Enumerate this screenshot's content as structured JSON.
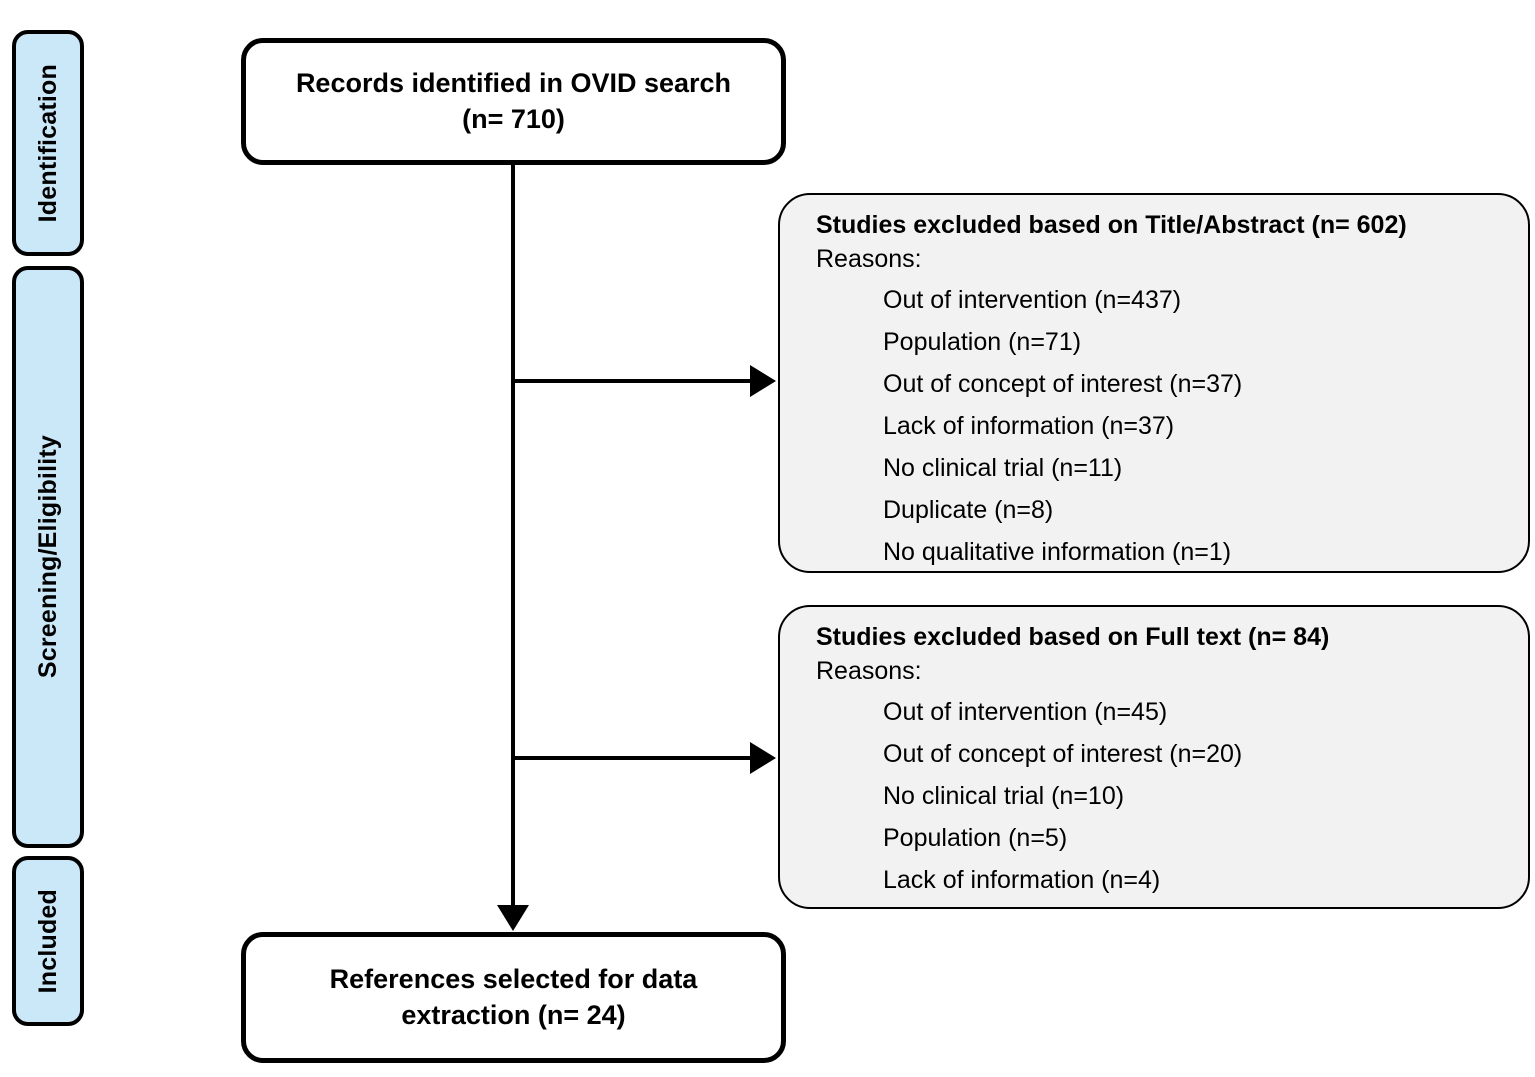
{
  "diagram": {
    "title": "PRISMA study selection flow diagram",
    "colors": {
      "phase_fill": "#cbe8f9",
      "exclusion_fill": "#f2f2f2",
      "box_fill": "#ffffff",
      "stroke": "#000000"
    }
  },
  "phases": [
    {
      "id": "identification",
      "label": "Identification"
    },
    {
      "id": "screening",
      "label": "Screening/Eligibility"
    },
    {
      "id": "included",
      "label": "Included"
    }
  ],
  "flow": {
    "records_identified": {
      "line1": "Records identified in OVID search",
      "line2": "(n= 710)",
      "count": 710
    },
    "references_selected": {
      "line1": "References selected for data",
      "line2": "extraction (n= 24)",
      "count": 24
    }
  },
  "exclusions": [
    {
      "id": "title-abstract",
      "heading": "Studies excluded based on Title/Abstract (n= 602)",
      "count": 602,
      "reasons_label": "Reasons:",
      "reasons": [
        "Out of intervention (n=437)",
        "Population (n=71)",
        "Out of concept of interest (n=37)",
        "Lack of information (n=37)",
        "No clinical trial (n=11)",
        "Duplicate (n=8)",
        "No qualitative information (n=1)"
      ]
    },
    {
      "id": "full-text",
      "heading": "Studies excluded based on Full text (n= 84)",
      "count": 84,
      "reasons_label": "Reasons:",
      "reasons": [
        "Out of intervention (n=45)",
        "Out of concept of interest (n=20)",
        "No clinical trial (n=10)",
        "Population (n=5)",
        "Lack of information (n=4)"
      ]
    }
  ],
  "chart_data": {
    "type": "diagram",
    "title": "PRISMA flow of study selection",
    "nodes": [
      {
        "id": "records_identified",
        "label": "Records identified in OVID search (n= 710)",
        "phase": "Identification",
        "n": 710
      },
      {
        "id": "excluded_title_abstract",
        "label": "Studies excluded based on Title/Abstract (n= 602)",
        "phase": "Screening/Eligibility",
        "n": 602
      },
      {
        "id": "excluded_full_text",
        "label": "Studies excluded based on Full text (n= 84)",
        "phase": "Screening/Eligibility",
        "n": 84
      },
      {
        "id": "references_selected",
        "label": "References selected for data extraction (n= 24)",
        "phase": "Included",
        "n": 24
      }
    ],
    "edges": [
      {
        "from": "records_identified",
        "to": "excluded_title_abstract",
        "type": "exclusion"
      },
      {
        "from": "records_identified",
        "to": "excluded_full_text",
        "type": "exclusion"
      },
      {
        "from": "records_identified",
        "to": "references_selected",
        "type": "flow"
      }
    ]
  }
}
